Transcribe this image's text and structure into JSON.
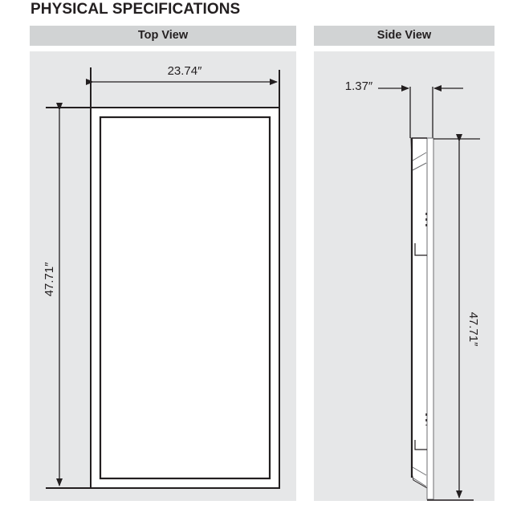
{
  "section_title": "PHYSICAL SPECIFICATIONS",
  "panels": {
    "top_view": {
      "header": "Top View",
      "width_dimension": "23.74″",
      "height_dimension": "47.71″"
    },
    "side_view": {
      "header": "Side View",
      "depth_dimension": "1.37″",
      "height_dimension": "47.71″"
    }
  },
  "colors": {
    "header_bg": "#d1d3d4",
    "panel_bg": "#e6e7e8",
    "line": "#231f20",
    "fixture_fill": "#ffffff"
  }
}
